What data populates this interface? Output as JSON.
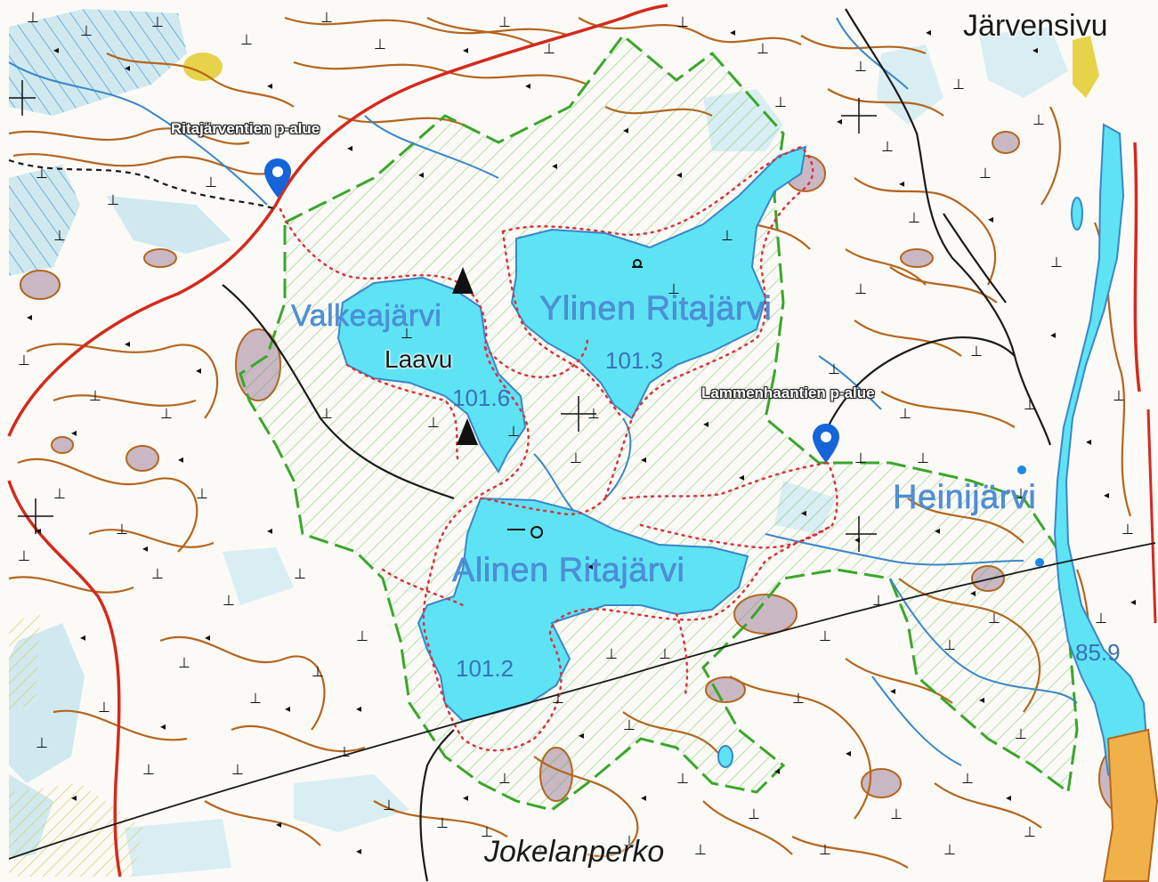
{
  "map": {
    "colors": {
      "water": "#5ee3f5",
      "water_edge": "#3a86c8",
      "marsh": "#cfe9ef",
      "contour": "#b5651d",
      "road": "#d42a1e",
      "trail": "#d8333c",
      "protected": "#3aa62a",
      "marker": "#1565d8",
      "rock": "#c9b8c4",
      "field": "#e6d34a"
    },
    "lakes": {
      "ylinen": {
        "name": "Ylinen Ritajärvi",
        "elevation": "101.3"
      },
      "valkea": {
        "name": "Valkeajärvi",
        "elevation": "101.6"
      },
      "alinen": {
        "name": "Alinen Ritajärvi",
        "elevation": "101.2"
      },
      "heinijarvi": {
        "name": "Heinijärvi",
        "elevation": "85.9"
      }
    },
    "places": {
      "jarvensivu": "Järvensivu",
      "jokelanperko": "Jokelanperko",
      "laavu": "Laavu"
    },
    "parking": [
      {
        "label": "Ritajärventien p-alue",
        "icon": "map-pin-icon"
      },
      {
        "label": "Lammenhaantien p-alue",
        "icon": "map-pin-icon"
      }
    ]
  }
}
